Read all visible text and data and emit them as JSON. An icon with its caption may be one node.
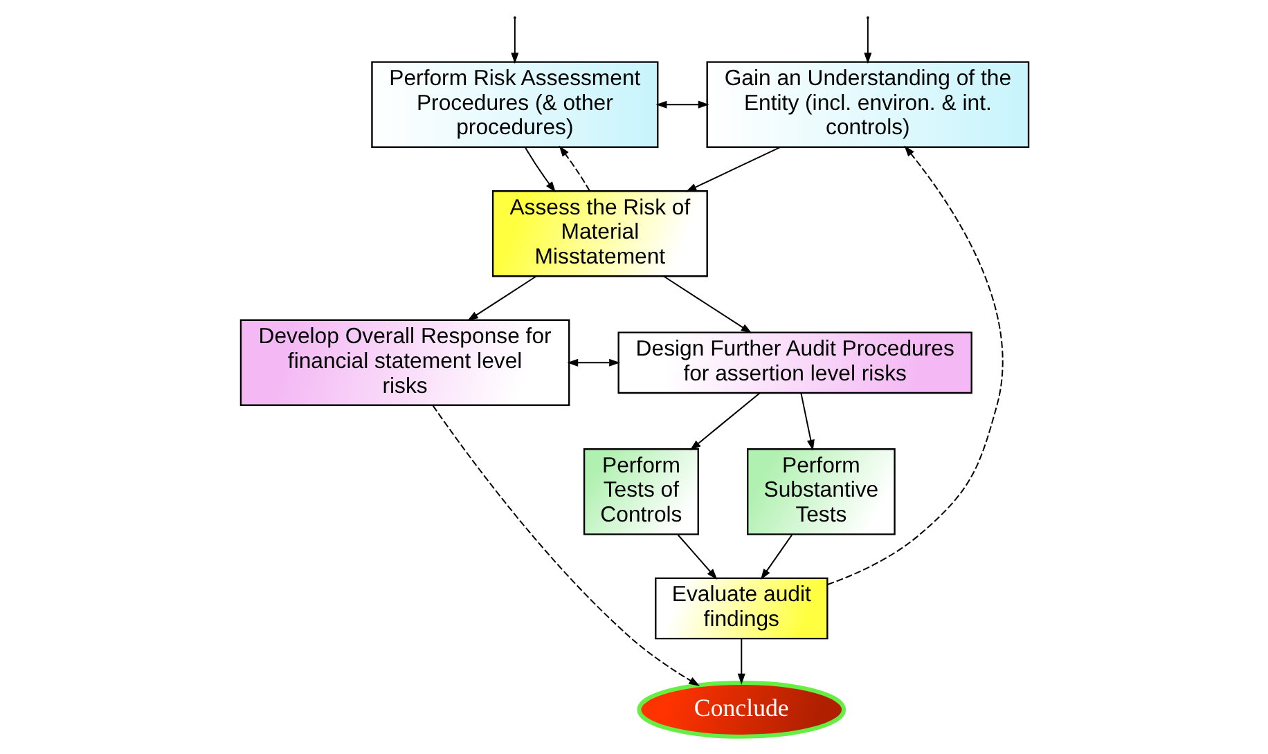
{
  "diagram": {
    "nodes": [
      {
        "text": [
          "Perform Risk Assessment Procedures (& other procedures)"
        ]
      },
      {
        "text": [
          "Gain an Understanding of the Entity (incl. environ. & int. controls)"
        ]
      },
      {
        "text": [
          "Assess the Risk of Material Misstatement"
        ]
      },
      {
        "text": [
          "Develop Overall Response for financial statement level risks"
        ]
      },
      {
        "text": [
          "Design Further Audit Procedures for assertion level risks"
        ]
      },
      {
        "text": [
          "Perform Tests of Controls"
        ]
      },
      {
        "text": [
          "Perform Substantive Tests"
        ]
      },
      {
        "text": [
          "Evaluate audit findings"
        ]
      },
      {
        "text": [
          "Conclude"
        ]
      }
    ],
    "edges": [
      {
        "from": null,
        "to": 0,
        "arrow": "to"
      },
      {
        "from": null,
        "to": 1,
        "arrow": "to"
      },
      {
        "from": 0,
        "to": 1,
        "arrow": "both"
      },
      {
        "from": 0,
        "to": 2,
        "arrow": "to"
      },
      {
        "from": 1,
        "to": 2,
        "arrow": "to"
      },
      {
        "from": 2,
        "to": 0,
        "arrow": "to",
        "style": "dashed"
      },
      {
        "from": 2,
        "to": 3,
        "arrow": "to"
      },
      {
        "from": 2,
        "to": 4,
        "arrow": "to"
      },
      {
        "from": 3,
        "to": 4,
        "arrow": "both"
      },
      {
        "from": 4,
        "to": 5,
        "arrow": "to"
      },
      {
        "from": 4,
        "to": 6,
        "arrow": "to"
      },
      {
        "from": 5,
        "to": 7,
        "arrow": "to"
      },
      {
        "from": 6,
        "to": 7,
        "arrow": "to"
      },
      {
        "from": 7,
        "to": 8,
        "arrow": "to"
      },
      {
        "from": 3,
        "to": 8,
        "arrow": "to",
        "style": "dashed"
      },
      {
        "from": 7,
        "to": 1,
        "arrow": "to",
        "style": "dashed"
      }
    ]
  }
}
